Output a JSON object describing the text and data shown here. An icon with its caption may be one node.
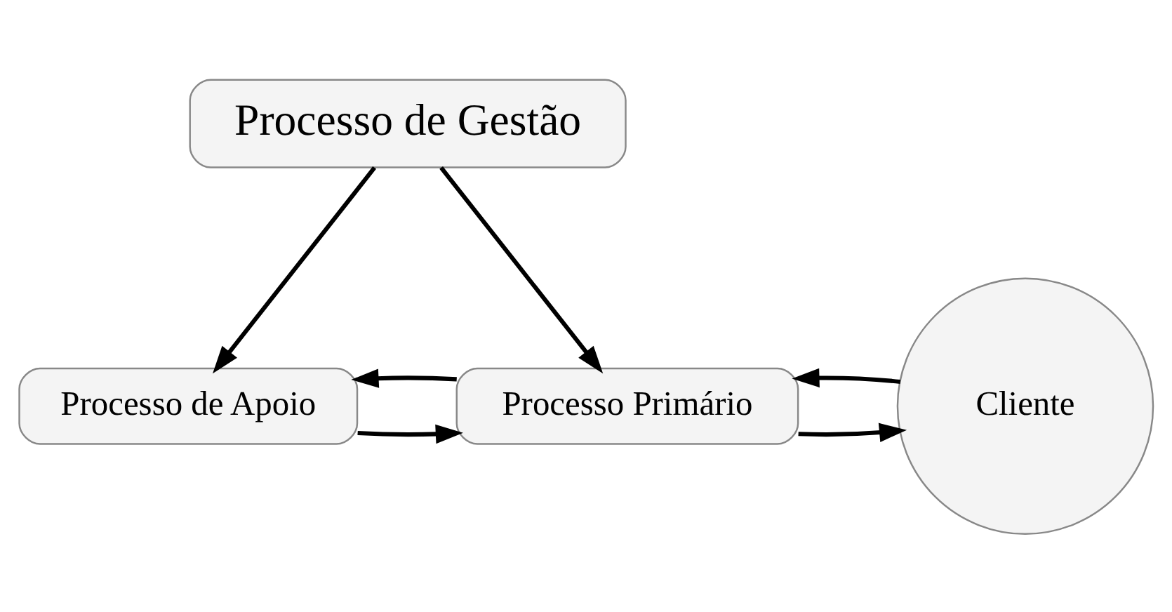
{
  "diagram": {
    "nodes": [
      {
        "text": [
          "Processo de Gestão"
        ]
      },
      {
        "text": [
          "Processo de Apoio"
        ]
      },
      {
        "text": [
          "Processo Primário"
        ]
      },
      {
        "text": [
          "Cliente"
        ]
      }
    ],
    "edges": [
      {
        "from": 0,
        "to": 1,
        "arrow": "to"
      },
      {
        "from": 0,
        "to": 2,
        "arrow": "to"
      },
      {
        "from": 1,
        "to": 2,
        "arrow": "to"
      },
      {
        "from": 2,
        "to": 1,
        "arrow": "to"
      },
      {
        "from": 2,
        "to": 3,
        "arrow": "to"
      },
      {
        "from": 3,
        "to": 2,
        "arrow": "to"
      }
    ]
  }
}
